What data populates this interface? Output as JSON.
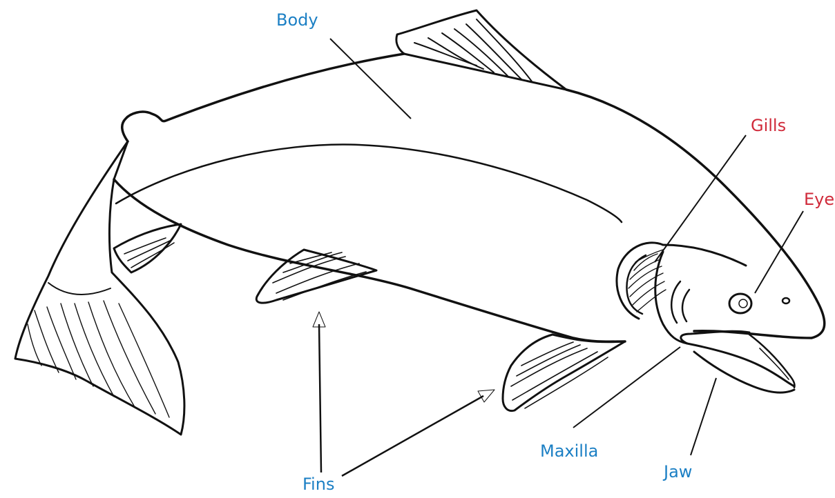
{
  "labels": {
    "body": "Body",
    "gills": "Gills",
    "eye": "Eye",
    "fins": "Fins",
    "maxilla": "Maxilla",
    "jaw": "Jaw"
  },
  "colors": {
    "body": "#1b7fc4",
    "gills": "#d02a3a",
    "eye": "#d02a3a",
    "fins": "#1b7fc4",
    "maxilla": "#1b7fc4",
    "jaw": "#1b7fc4",
    "outline": "#111111"
  }
}
